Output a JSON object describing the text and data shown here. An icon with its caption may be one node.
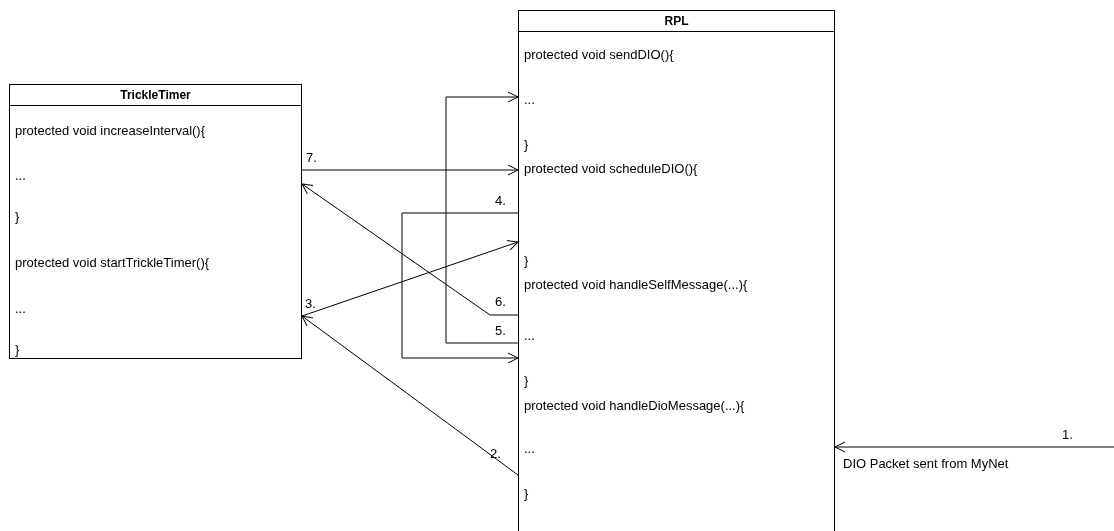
{
  "diagram": {
    "nodes": [
      {
        "text": [
          "TrickleTimer",
          "protected void increaseInterval(){",
          "...",
          "}",
          "protected void startTrickleTimer(){",
          "...",
          "}"
        ]
      },
      {
        "text": [
          "RPL",
          "protected void sendDIO(){",
          "...",
          "}",
          "protected void scheduleDIO(){",
          "}",
          "protected void handleSelfMessage(...){",
          "...",
          "}",
          "protected void handleDioMessage(...){",
          "...",
          "}"
        ]
      }
    ],
    "edges": [
      {
        "from": null,
        "to": 1,
        "arrow": "to",
        "label": "1."
      },
      {
        "from": 1,
        "to": 0,
        "arrow": "to",
        "label": "2."
      },
      {
        "from": 0,
        "to": 1,
        "arrow": "to",
        "label": "3."
      },
      {
        "from": 1,
        "to": 1,
        "arrow": "to",
        "label": "4."
      },
      {
        "from": 1,
        "to": 1,
        "arrow": "to",
        "label": "5."
      },
      {
        "from": 1,
        "to": 0,
        "arrow": "to",
        "label": "6."
      },
      {
        "from": 0,
        "to": 1,
        "arrow": "to",
        "label": "7."
      }
    ],
    "labels": [
      "DIO Packet sent from MyNet"
    ]
  }
}
